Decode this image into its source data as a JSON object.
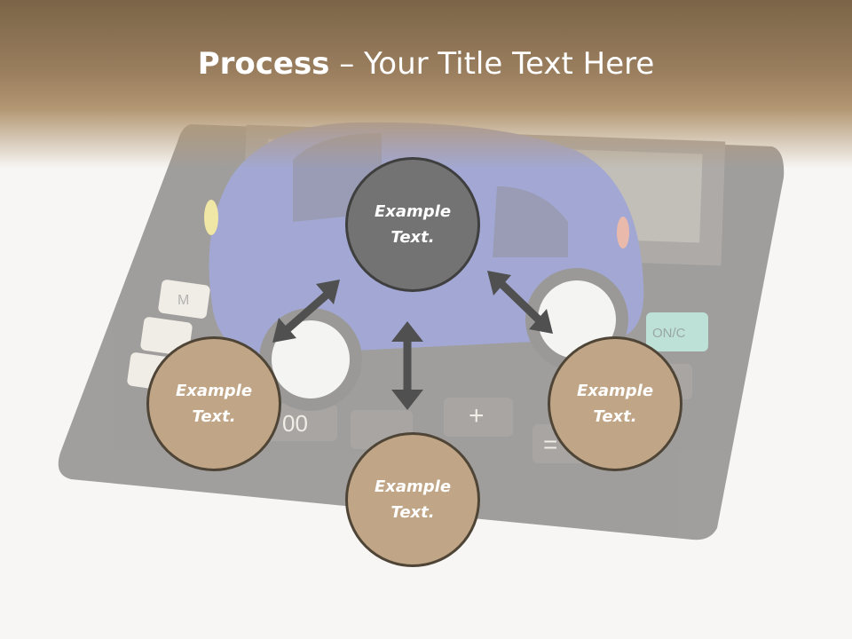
{
  "title": {
    "bold": "Process",
    "rest": " – Your Title Text Here"
  },
  "center_node": {
    "line1": "Example",
    "line2": "Text."
  },
  "nodes": [
    {
      "line1": "Example",
      "line2": "Text."
    },
    {
      "line1": "Example",
      "line2": "Text."
    },
    {
      "line1": "Example",
      "line2": "Text."
    }
  ],
  "background": {
    "calc_key_labels": [
      "ON/C",
      "+",
      "00",
      "=",
      "M"
    ]
  },
  "colors": {
    "header": "#9c8060",
    "center_fill": "#737373",
    "node_fill": "#c0a586",
    "arrow": "#505050"
  }
}
